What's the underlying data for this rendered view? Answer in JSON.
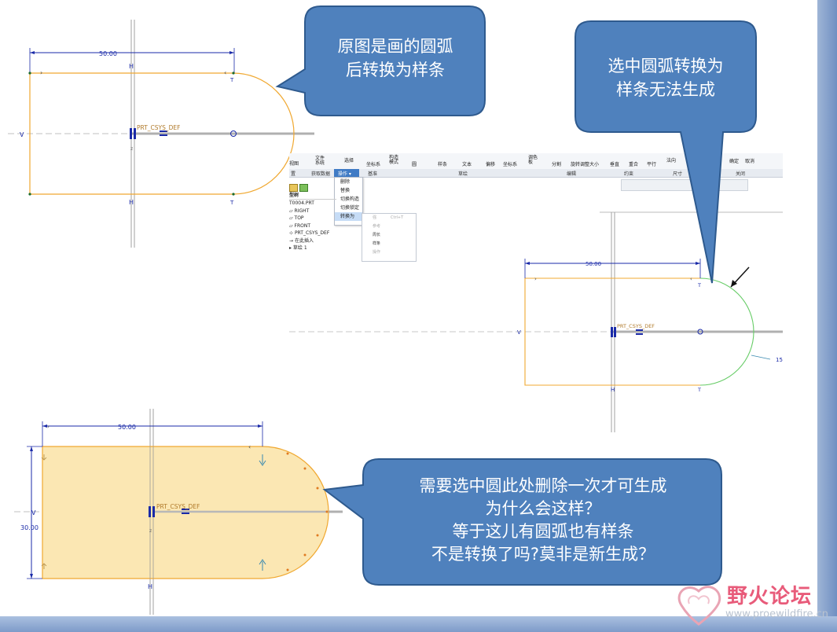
{
  "callouts": {
    "top_left": {
      "line1": "原图是画的圆弧",
      "line2": "后转换为样条"
    },
    "top_right": {
      "line1": "选中圆弧转换为",
      "line2": "样条无法生成"
    },
    "bottom_right": {
      "line1": "需要选中圆此处删除一次才可生成",
      "line2": "为什么会这样？",
      "line3": "等于这儿有圆弧也有样条",
      "line4": "不是转换了吗?莫非是新生成？"
    }
  },
  "sketch_top_left": {
    "dimension": "50.00",
    "csys_label": "PRT_CSYS_DEF",
    "labels": {
      "v": "V",
      "h_top": "H",
      "h_bottom": "H",
      "t_top": "T",
      "t_bottom": "T",
      "z": "z"
    }
  },
  "sketch_bottom": {
    "dimension_width": "50.00",
    "dimension_height": "30.00",
    "csys_label": "PRT_CSYS_DEF",
    "labels": {
      "v": "V",
      "h": "H",
      "z": "z"
    }
  },
  "sketch_right": {
    "dimension": "50.00",
    "csys_label": "PRT_CSYS_DEF",
    "radius_label": "15",
    "labels": {
      "v": "V",
      "h": "H",
      "t_top": "T",
      "t_bottom": "T"
    }
  },
  "ribbon": {
    "items": [
      "视图",
      "文件\n系统",
      "选择",
      "坐标系",
      "构造\n模式",
      "圆",
      "样条",
      "文本",
      "偏移",
      "坐标系",
      "调色\n板",
      "分割",
      "旋转调整大小",
      "垂直",
      "重合",
      "平行",
      "法向",
      "确定",
      "取消"
    ],
    "groups": [
      "置",
      "获取数据",
      "操作",
      "基准",
      "草绘",
      "编辑",
      "约束",
      "尺寸",
      "关闭"
    ],
    "ops_label": "操作 ▾"
  },
  "ops_menu": [
    "删除",
    "替换",
    "切换构造",
    "切换锁定",
    "转换为"
  ],
  "convert_submenu": [
    "强",
    "参考",
    "周长",
    "样条",
    "操作"
  ],
  "convert_shortcut": "Ctrl+T",
  "model_tree": {
    "title": "型树",
    "items": [
      "T0004.PRT",
      "RIGHT",
      "TOP",
      "FRONT",
      "PRT_CSYS_DEF",
      "在此插入",
      "草绘 1"
    ]
  },
  "watermark": {
    "title": "野火论坛",
    "url": "www.proewildfire.cn"
  },
  "colors": {
    "callout_fill": "#4f81bd",
    "callout_stroke": "#2e5a8e",
    "sketch_line": "#f0a830",
    "dimension": "#1a2aa8",
    "fill_yellow": "#fbe7b3",
    "spline_green": "#66cc66"
  }
}
